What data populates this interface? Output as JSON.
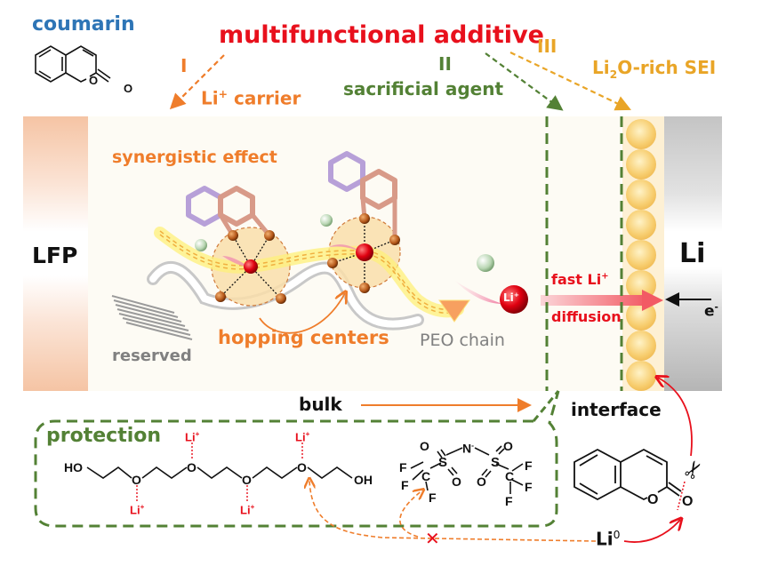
{
  "colors": {
    "red": "#e8101c",
    "orange": "#ef7d2b",
    "green": "#538135",
    "gold": "#e9a527",
    "blue": "#2e75b6",
    "gray": "#808080",
    "black": "#111111",
    "lfp_fill": "#f5c4a4",
    "bulk_bg": "#fdfbf4",
    "sei_bg": "#fdf0d4",
    "li_metal": "#b8b8b8"
  },
  "header": {
    "molecule_name": "coumarin",
    "title": "multifunctional additive",
    "roles": [
      {
        "numeral": "I",
        "label_main": "Li",
        "label_sup": "+",
        "label_rest": " carrier"
      },
      {
        "numeral": "II",
        "label": "sacrificial agent"
      },
      {
        "numeral": "III",
        "label_pre": "Li",
        "label_sub": "2",
        "label_post": "O-rich SEI"
      }
    ]
  },
  "cell": {
    "cathode_label": "LFP",
    "anode_label": "Li",
    "synergy_label": "synergistic effect",
    "hopping_label": "hopping centers",
    "peo_label": "PEO chain",
    "reserved_label": "reserved",
    "li_ion_main": "Li",
    "li_ion_sup": "+",
    "diffusion_line1_main": "fast Li",
    "diffusion_line1_sup": "+",
    "diffusion_line2": "diffusion",
    "electron_main": "e",
    "electron_sup": "-",
    "sei_particle_count": 9
  },
  "regions": {
    "bulk_label": "bulk",
    "interface_label": "interface",
    "protection_label": "protection"
  },
  "chemistry": {
    "peo_end_left": "HO",
    "peo_end_right": "OH",
    "oxygen": "O",
    "li_coord_main": "Li",
    "li_coord_sup": "+",
    "tfsi_atoms": {
      "N": "N",
      "N_charge": "-",
      "S": "S",
      "O": "O",
      "C": "C",
      "F": "F"
    },
    "li_metal_main": "Li",
    "li_metal_sup": "0",
    "blocked_mark": "✕",
    "scissors_glyph": "✂"
  }
}
